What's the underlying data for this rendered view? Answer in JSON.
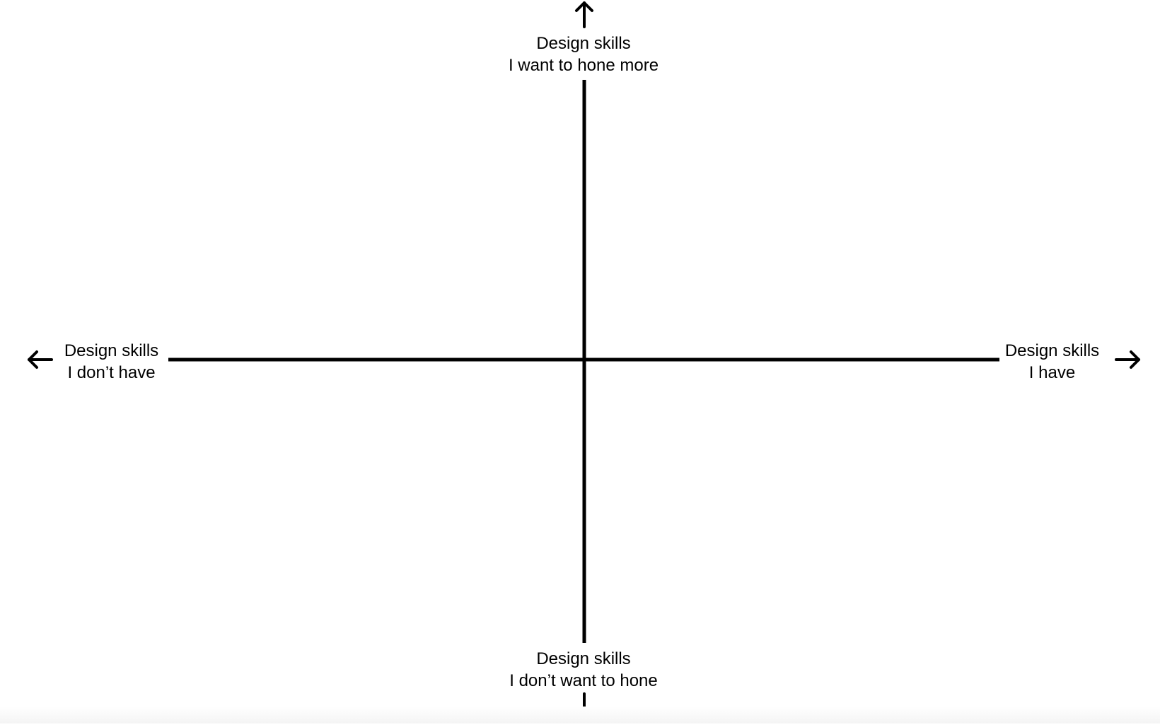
{
  "diagram": {
    "labels": {
      "top": {
        "line1": "Design skills",
        "line2": "I want to hone more"
      },
      "bottom": {
        "line1": "Design skills",
        "line2": "I don’t want to hone"
      },
      "left": {
        "line1": "Design skills",
        "line2": "I don’t have"
      },
      "right": {
        "line1": "Design skills",
        "line2": "I have"
      }
    },
    "colors": {
      "line": "#000000",
      "text": "#000000",
      "background": "#ffffff"
    }
  }
}
